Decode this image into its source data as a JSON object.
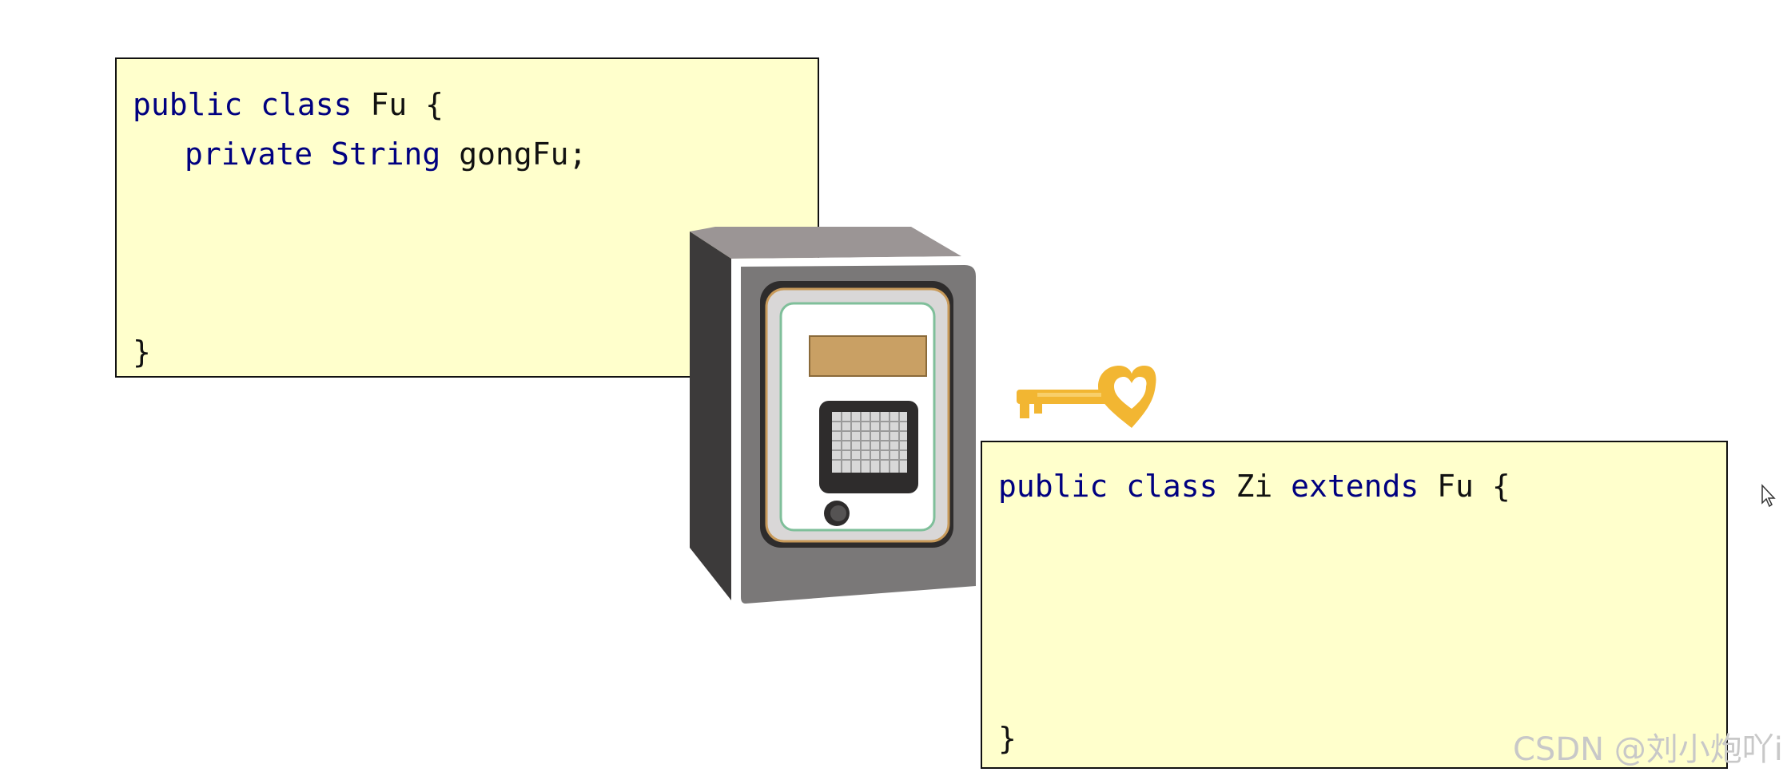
{
  "parent_class": {
    "line1": {
      "kw_public": "public",
      "kw_class": "class",
      "name": "Fu",
      "brace": "{"
    },
    "line2": {
      "kw_private": "private",
      "kw_type": "String",
      "field": "gongFu;"
    },
    "closing_brace": "}"
  },
  "child_class": {
    "line1": {
      "kw_public": "public",
      "kw_class": "class",
      "name": "Zi",
      "kw_extends": "extends",
      "parent": "Fu",
      "brace": "{"
    },
    "closing_brace": "}"
  },
  "watermark": "CSDN @刘小炮吖i",
  "icons": {
    "safe": "safe-icon",
    "key": "key-icon",
    "cursor": "mouse-cursor-icon"
  },
  "colors": {
    "code_background": "#ffffcc",
    "keyword": "#000080",
    "key_gold": "#f2b632"
  }
}
